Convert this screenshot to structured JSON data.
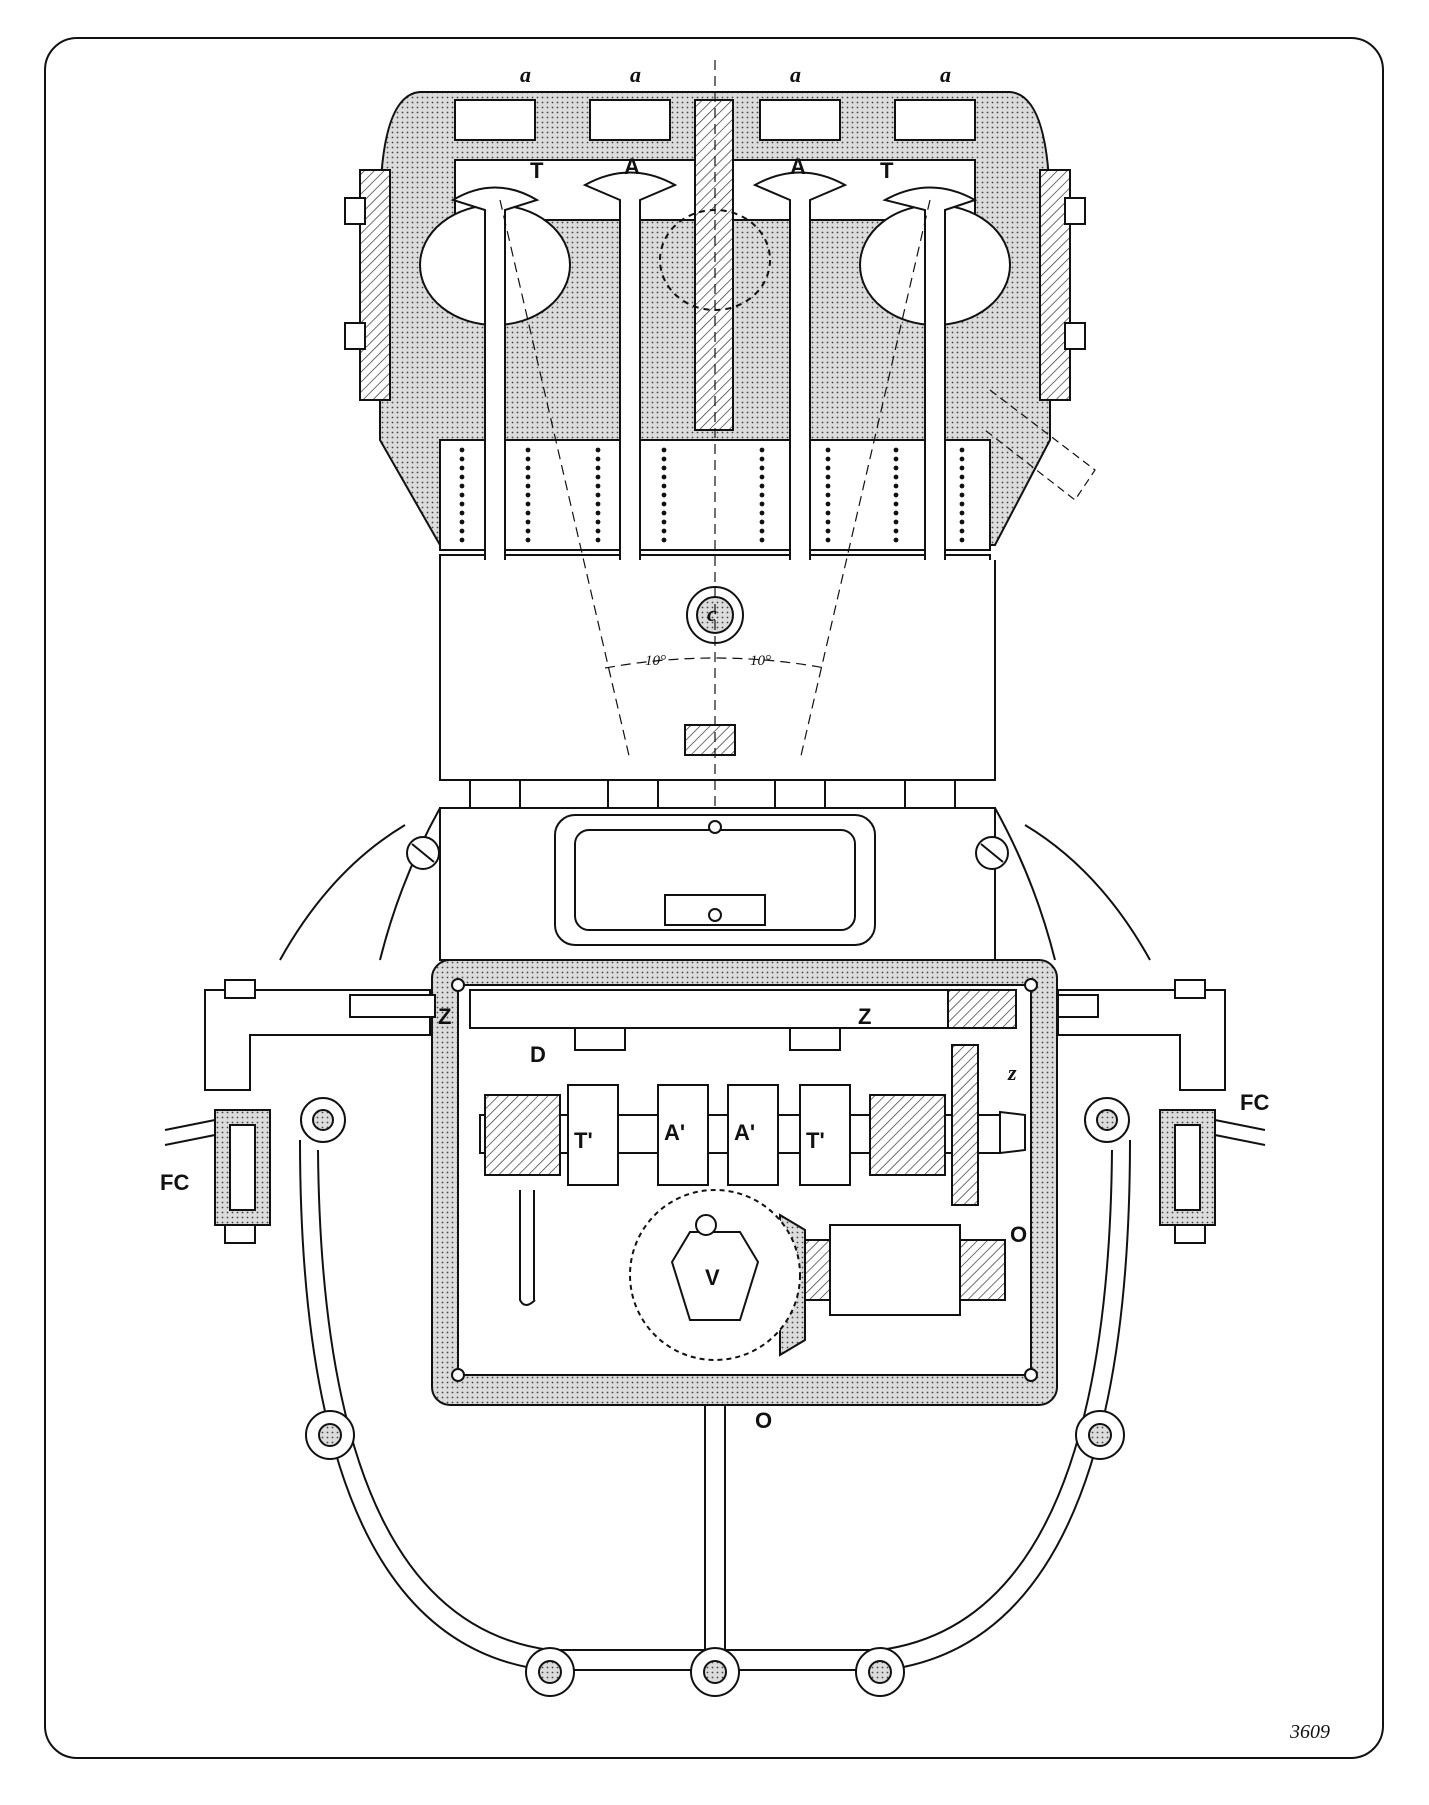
{
  "diagram": {
    "labels": {
      "a1": "a",
      "a2": "a",
      "a3": "a",
      "a4": "a",
      "T_left": "T",
      "A_left": "A",
      "A_right": "A",
      "T_right": "T",
      "c": "c",
      "angle_left": "10°",
      "angle_right": "10°",
      "Z_left": "Z",
      "Z_right": "Z",
      "z_small": "z",
      "D": "D",
      "T1_cam": "T'",
      "A1_cam": "A'",
      "A2_cam": "A'",
      "T2_cam": "T'",
      "FC_left": "FC",
      "FC_right": "FC",
      "O_right": "O",
      "V": "V",
      "O_bottom": "O"
    },
    "plate_number": "3609"
  },
  "colors": {
    "ink": "#111111",
    "paper": "#ffffff",
    "section_fill": "#c9c9c9",
    "hatch": "#555555"
  }
}
